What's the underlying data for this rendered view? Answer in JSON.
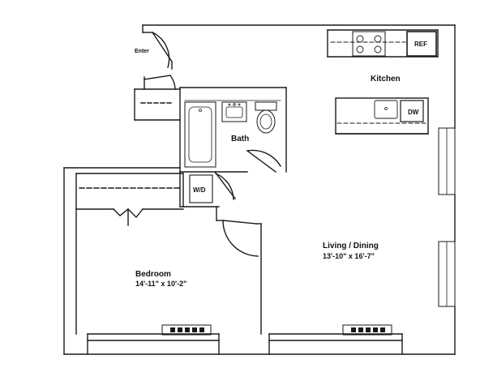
{
  "labels": {
    "enter": "Enter",
    "kitchen": "Kitchen",
    "bath": "Bath",
    "bedroom": "Bedroom",
    "bedroom_dim": "14'-11\" x 10'-2\"",
    "living": "Living / Dining",
    "living_dim": "13'-10\" x 16'-7\"",
    "ref": "REF",
    "dw": "DW",
    "wd": "W/D"
  },
  "colors": {
    "wall": "#1a1a1a",
    "fixture": "#222222",
    "background": "#ffffff"
  }
}
